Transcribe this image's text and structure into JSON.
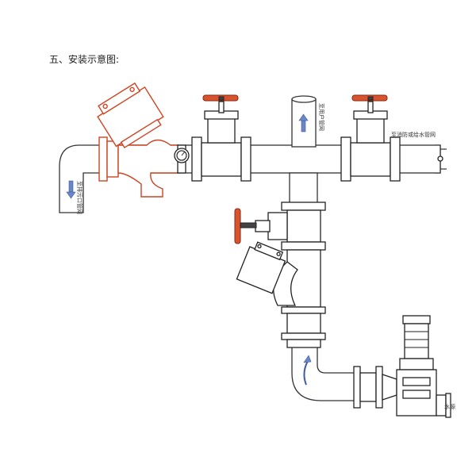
{
  "heading": "五、安装示意图:",
  "labels": {
    "to_user": "至用户管网",
    "to_drain": "至排污口管网",
    "to_water_system": "至消防或给水管网",
    "water_source": "水源"
  },
  "gauge_icon": "pressure-gauge-icon",
  "colors": {
    "highlight_valve": "#cc4422",
    "handwheel": "#d8542e",
    "flow_arrow": "#6a86c6",
    "line": "#333333"
  }
}
